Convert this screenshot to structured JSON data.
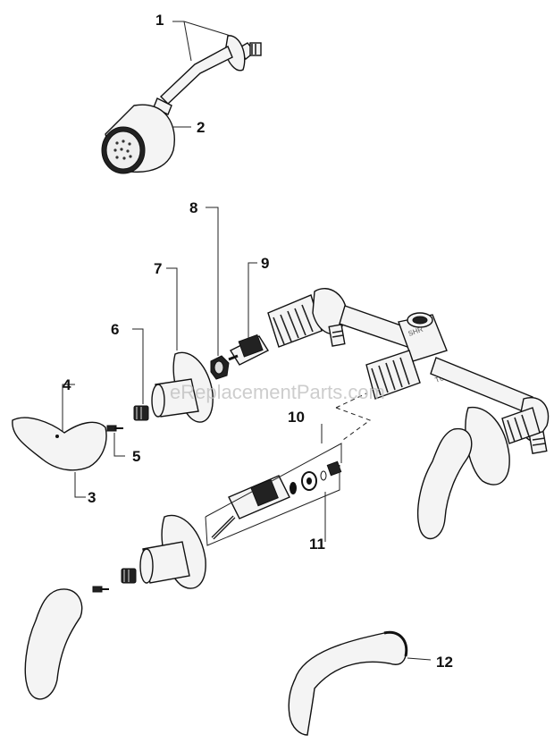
{
  "callouts": [
    "1",
    "2",
    "3",
    "4",
    "5",
    "6",
    "7",
    "8",
    "9",
    "10",
    "11",
    "12"
  ],
  "watermark": "eReplacementParts.com",
  "valve_body_stamps": [
    "SHR",
    "TUB"
  ],
  "colors": {
    "ink": "#111111",
    "background": "#ffffff",
    "watermark": "#bdbdbd"
  }
}
